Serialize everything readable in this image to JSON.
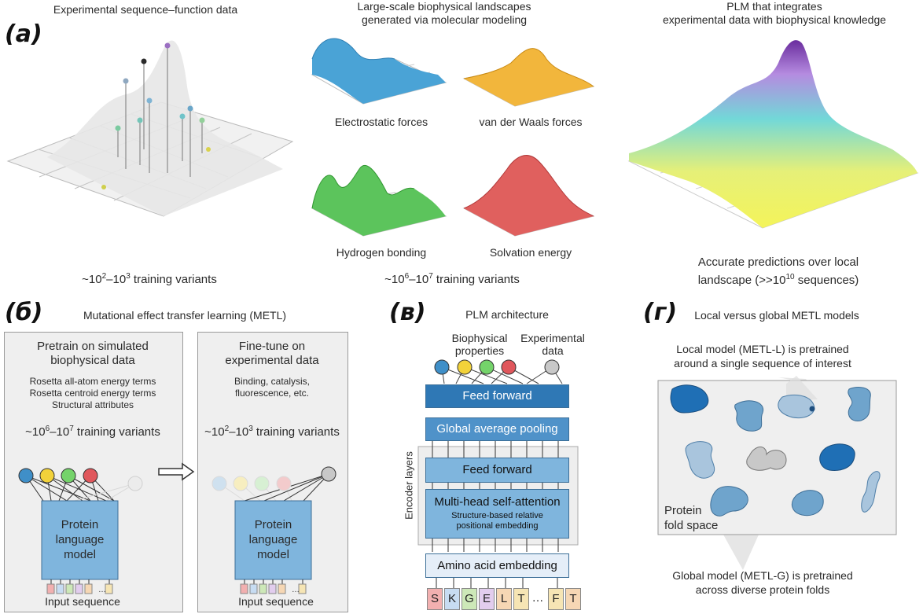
{
  "panel_a": {
    "letter": "(a)",
    "col1_title": "Experimental sequence–function data",
    "col1_caption_pre": "~10",
    "col1_caption_e1": "2",
    "col1_caption_mid": "–10",
    "col1_caption_e2": "3",
    "col1_caption_post": " training variants",
    "col2_title_line1": "Large-scale biophysical landscapes",
    "col2_title_line2": "generated via molecular modeling",
    "landscapes": [
      {
        "label": "Electrostatic forces",
        "color": "#4aa3d6"
      },
      {
        "label": "van der Waals forces",
        "color": "#f2b63c"
      },
      {
        "label": "Hydrogen bonding",
        "color": "#5cc45c"
      },
      {
        "label": "Solvation energy",
        "color": "#e0605e"
      }
    ],
    "col2_caption_pre": "~10",
    "col2_caption_e1": "6",
    "col2_caption_mid": "–10",
    "col2_caption_e2": "7",
    "col2_caption_post": " training variants",
    "col3_title_line1": "PLM that integrates",
    "col3_title_line2": "experimental data with biophysical knowledge",
    "col3_caption_line1": "Accurate predictions over local",
    "col3_caption_line2_pre": "landscape (>>10",
    "col3_caption_line2_exp": "10",
    "col3_caption_line2_post": " sequences)"
  },
  "panel_b": {
    "letter": "(б)",
    "title": "Mutational effect transfer learning (METL)",
    "pretrain": {
      "title_line1": "Pretrain on simulated",
      "title_line2": "biophysical data",
      "items": [
        "Rosetta all-atom energy terms",
        "Rosetta centroid energy terms",
        "Structural attributes"
      ],
      "variants_pre": "~10",
      "variants_e1": "6",
      "variants_mid": "–10",
      "variants_e2": "7",
      "variants_post": " training variants",
      "model_line1": "Protein",
      "model_line2": "language",
      "model_line3": "model",
      "input_label": "Input sequence"
    },
    "finetune": {
      "title_line1": "Fine-tune on",
      "title_line2": "experimental data",
      "desc_line1": "Binding, catalysis,",
      "desc_line2": "fluorescence, etc.",
      "variants_pre": "~10",
      "variants_e1": "2",
      "variants_mid": "–10",
      "variants_e2": "3",
      "variants_post": " training variants",
      "model_line1": "Protein",
      "model_line2": "language",
      "model_line3": "model",
      "input_label": "Input sequence"
    },
    "output_colors": [
      "#3f8fc8",
      "#f2d23a",
      "#74d36a",
      "#e0575c",
      "#c8c8c8"
    ]
  },
  "panel_c": {
    "letter": "(в)",
    "title": "PLM architecture",
    "out_label_1_line1": "Biophysical",
    "out_label_1_line2": "properties",
    "out_label_2_line1": "Experimental",
    "out_label_2_line2": "data",
    "feed_forward_top": "Feed forward",
    "pooling": "Global average pooling",
    "encoder_label": "Encoder layers",
    "feed_forward_inner": "Feed forward",
    "attention": "Multi-head self-attention",
    "positional_line1": "Structure-based relative",
    "positional_line2": "positional embedding",
    "embedding": "Amino acid embedding",
    "tokens": [
      "S",
      "K",
      "G",
      "E",
      "L",
      "T",
      "…",
      "F",
      "T"
    ],
    "token_colors": [
      "#f2b0b0",
      "#c7dcf2",
      "#cde8b8",
      "#e2cdee",
      "#f6d7b4",
      "#f6e5b4",
      "",
      "#f6e5b4",
      "#f6d7b4"
    ]
  },
  "panel_d": {
    "letter": "(г)",
    "title": "Local versus global METL models",
    "local_line1": "Local model (METL-L) is pretrained",
    "local_line2": "around a single sequence of interest",
    "space_line1": "Protein",
    "space_line2": "fold space",
    "global_line1": "Global model (METL-G) is pretrained",
    "global_line2": "across diverse protein folds"
  }
}
